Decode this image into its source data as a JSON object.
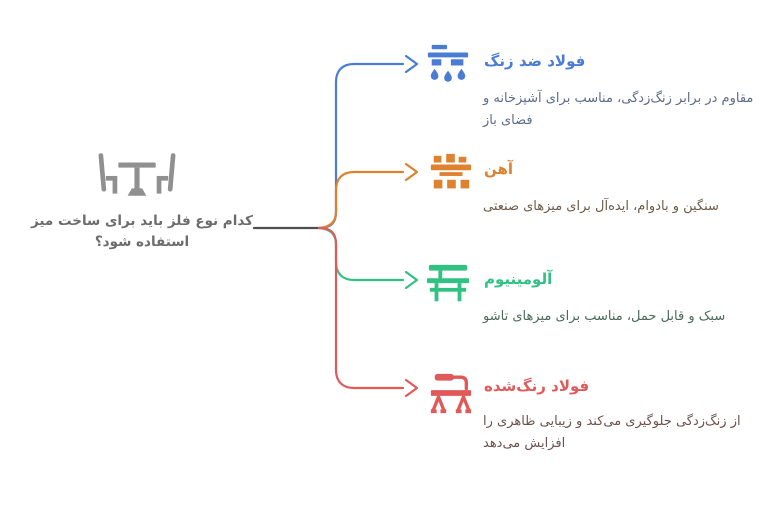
{
  "diagram": {
    "background": "#ffffff",
    "connector_gray": "#4f4f4f",
    "center": {
      "question": "کدام نوع فلز باید برای ساخت میز استفاده شود؟",
      "icon": "table-with-chairs-icon",
      "icon_color": "#909090",
      "text_color": "#6c6c6c"
    },
    "branches": [
      {
        "id": "stainless-steel",
        "label": "فولاد ضد زنگ",
        "description": "مقاوم در برابر زنگ‌زدگی، مناسب برای آشپزخانه و فضای باز",
        "color": "#4a7cd6",
        "description_color": "#5c6c87",
        "icon": "steel-table-water-drops-icon"
      },
      {
        "id": "iron",
        "label": "آهن",
        "description": "سنگین و بادوام، ایده‌آل برای میزهای صنعتی",
        "color": "#de8230",
        "description_color": "#6e5b48",
        "icon": "industrial-workbench-icon"
      },
      {
        "id": "aluminum",
        "label": "آلومینیوم",
        "description": "سبک و قابل حمل، مناسب برای میزهای تاشو",
        "color": "#31c182",
        "description_color": "#4b6a5b",
        "icon": "folding-table-icon"
      },
      {
        "id": "painted-steel",
        "label": "فولاد رنگ‌شده",
        "description": "از زنگ‌زدگی جلوگیری می‌کند و زیبایی ظاهری را افزایش می‌دهد",
        "color": "#e15a5a",
        "description_color": "#6e5050",
        "icon": "paint-roller-table-icon"
      }
    ]
  }
}
